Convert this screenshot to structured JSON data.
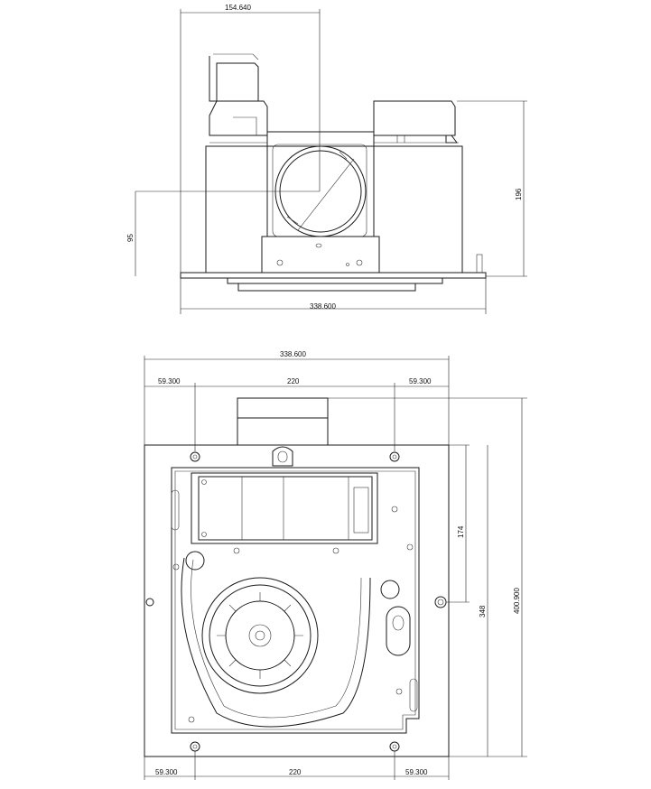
{
  "side_view": {
    "dim_top": "154.640",
    "dim_right": "196",
    "dim_left": "95",
    "dim_bottom": "338.600"
  },
  "bottom_view": {
    "dim_overall": "338.600",
    "dim_top_left": "59.300",
    "dim_top_mid": "220",
    "dim_top_right": "59.300",
    "dim_right_174": "174",
    "dim_right_348": "348",
    "dim_right_400": "400.900",
    "dim_bottom_left": "59.300",
    "dim_bottom_mid": "220",
    "dim_bottom_right": "59.300"
  }
}
